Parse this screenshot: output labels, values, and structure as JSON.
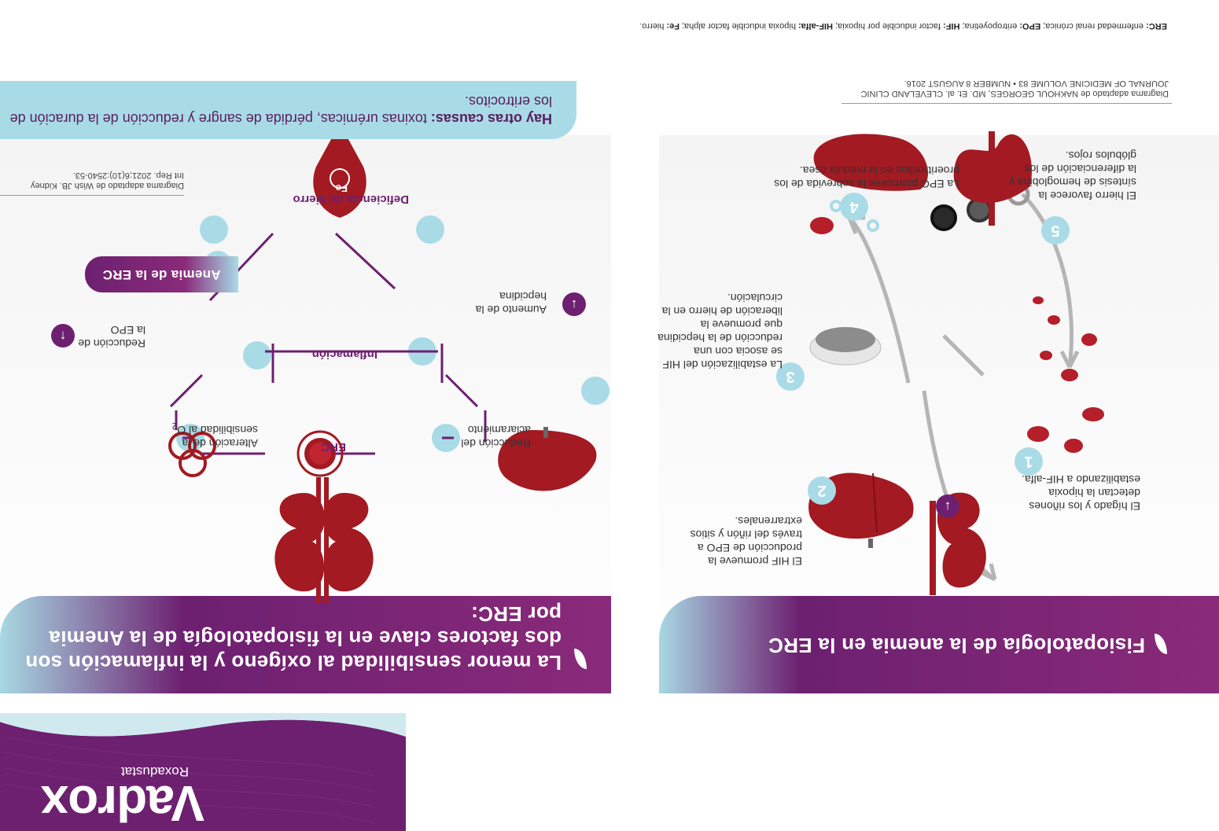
{
  "left_panel": {
    "title": "Fisiopatología de la anemia en la ERC",
    "steps": [
      {
        "number": "1",
        "text": "El hígado y los riñones detectan la hipoxia estabilizando a HIF-alfa."
      },
      {
        "number": "2",
        "text": "El HIF promueve la producción de EPO a través del riñón y sitios extrarrenales."
      },
      {
        "number": "3",
        "text": "La estabilización del HIF se asocia con una reducción de la hepcidina que promueve la liberación de hierro en la circulación."
      },
      {
        "number": "4",
        "text": "La EPO promueve la sobrevida de los proeritrocitos en la médula ósea."
      },
      {
        "number": "5",
        "text": "El hierro favorece la síntesis de hemoglobina y la diferenciación de los glóbulos rojos."
      }
    ],
    "citation": "Diagrama adaptado de NAKHOUL GEORGES, MD. Et. al. CLEVELAND CLINIC JOURNAL OF MEDICINE VOLUME 83 • NUMBER 8 AUGUST 2016."
  },
  "right_panel": {
    "title": "La menor sensibilidad al oxígeno y la inflamación son dos factores clave en la fisiopatología de la Anemia por ERC:",
    "labels": {
      "erc": "ERC",
      "inflamacion": "Inflamación",
      "reduccion_aclaramiento": "Reducción del aclaramiento",
      "alteracion": "Alteración de la sensibilidad al O",
      "alteracion_sub": "2",
      "reduccion_epo": "Reducción de la EPO",
      "aumento_hepcidina": "Aumento de la hepcidina",
      "anemia": "Anemia de la ERC",
      "deficiencia": "Deficiencia de hierro",
      "fe": "Fe"
    },
    "citation": "Diagrama adaptado de Wish JB. Kidney Int Rep. 2021;6(10):2540-53."
  },
  "other_causes": {
    "label": "Hay otras causas:",
    "text": "toxinas urémicas, pérdida de sangre y reducción de la duración de los eritrocitos."
  },
  "footnote": {
    "parts": [
      {
        "term": "ERC:",
        "def": "enfermedad renal crónica;"
      },
      {
        "term": "EPO:",
        "def": "eritropoyetina;"
      },
      {
        "term": "HIF:",
        "def": "factor inducible por hipoxia;"
      },
      {
        "term": "HIF-alfa:",
        "def": "hipoxia inducible factor alpha;"
      },
      {
        "term": "Fe:",
        "def": "hierro."
      }
    ]
  },
  "brand": {
    "name": "Vadrox",
    "sub": "Roxadustat",
    "colors": {
      "purple": "#6d2070",
      "light_blue": "#a9dbe7",
      "red": "#a31a22"
    }
  }
}
